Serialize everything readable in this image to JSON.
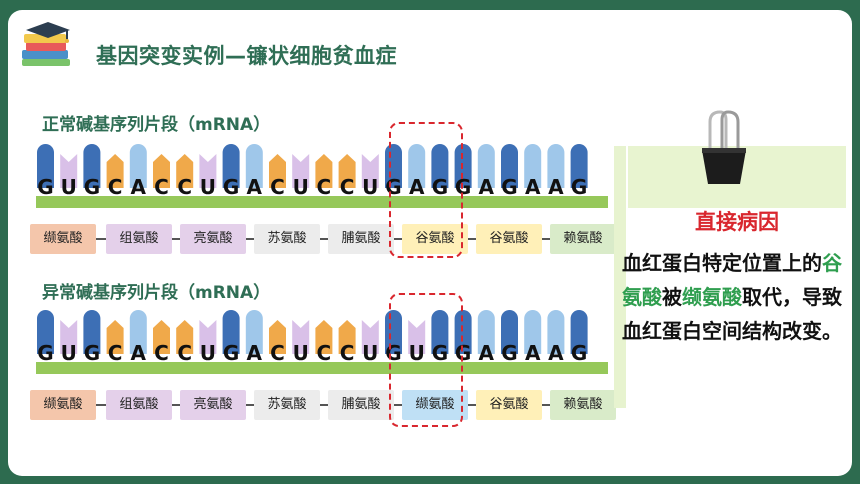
{
  "title": "基因突变实例—镰状细胞贫血症",
  "normal": {
    "label": "正常碱基序列片段（mRNA）",
    "bases": [
      "G",
      "U",
      "G",
      "C",
      "A",
      "C",
      "C",
      "U",
      "G",
      "A",
      "C",
      "U",
      "C",
      "C",
      "U",
      "G",
      "A",
      "G",
      "G",
      "A",
      "G",
      "A",
      "A",
      "G"
    ],
    "amino_acids": [
      "缬氨酸",
      "组氨酸",
      "亮氨酸",
      "苏氨酸",
      "脯氨酸",
      "谷氨酸",
      "谷氨酸",
      "赖氨酸"
    ]
  },
  "mutant": {
    "label": "异常碱基序列片段（mRNA）",
    "bases": [
      "G",
      "U",
      "G",
      "C",
      "A",
      "C",
      "C",
      "U",
      "G",
      "A",
      "C",
      "U",
      "C",
      "C",
      "U",
      "G",
      "U",
      "G",
      "G",
      "A",
      "G",
      "A",
      "A",
      "G"
    ],
    "amino_acids": [
      "缬氨酸",
      "组氨酸",
      "亮氨酸",
      "苏氨酸",
      "脯氨酸",
      "缬氨酸",
      "谷氨酸",
      "赖氨酸"
    ]
  },
  "cause": {
    "title": "直接病因",
    "text_a": "血红蛋白特定位置上的",
    "text_b": "谷氨酸",
    "text_c": "被",
    "text_d": "缬氨酸",
    "text_e": "取代，导致血红蛋白空间结构改变。"
  },
  "colors": {
    "G": "#3d6fb5",
    "U": "#d9c0e8",
    "C": "#f0a94a",
    "A": "#9fc7ea",
    "backbone": "#96c85a",
    "highlight": "#d9272e",
    "aa_colors": [
      "#f4c6ab",
      "#e4d0ea",
      "#e4d0ea",
      "#ececec",
      "#ececec",
      "#fff0b8",
      "#fff0b8",
      "#d9ebc9"
    ],
    "aa_mutant_changed": "#bfe0f5"
  }
}
